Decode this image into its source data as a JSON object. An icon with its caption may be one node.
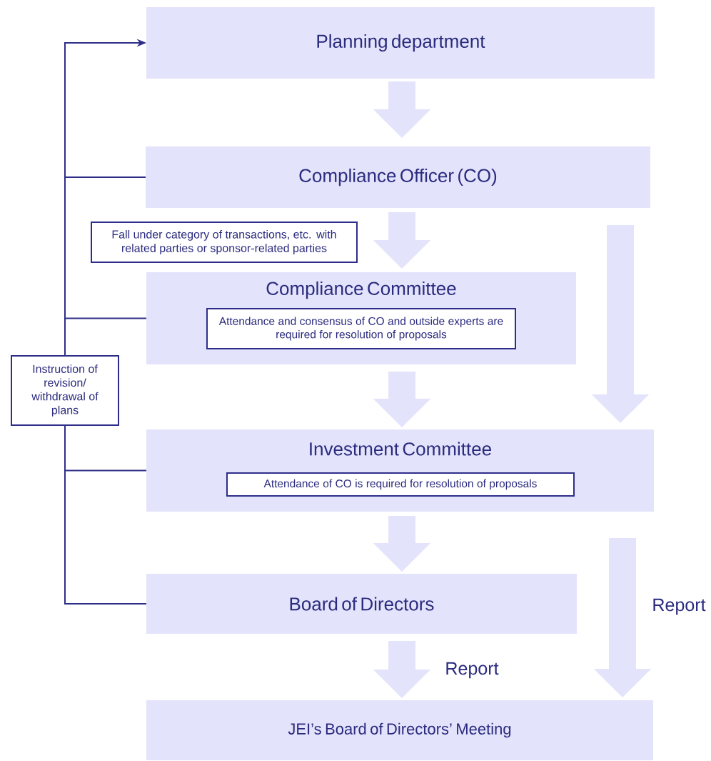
{
  "diagram": {
    "nodes": [
      {
        "text": [
          "Planning department"
        ]
      },
      {
        "text": [
          "Compliance Officer (CO)"
        ]
      },
      {
        "text": [
          "Fall under category of transactions, etc. with related parties or sponsor-related parties"
        ]
      },
      {
        "text": [
          "Compliance Committee"
        ]
      },
      {
        "text": [
          "Attendance and consensus of CO and outside experts are required for resolution of proposals"
        ],
        "in": 3
      },
      {
        "text": [
          "Investment Committee"
        ]
      },
      {
        "text": [
          "Attendance of CO is required for resolution of proposals"
        ],
        "in": 5
      },
      {
        "text": [
          "Board of Directors"
        ]
      },
      {
        "text": [
          "JEI’s Board of Directors’ Meeting"
        ]
      },
      {
        "text": [
          "Instruction of revision/ withdrawal of plans"
        ]
      }
    ],
    "edges": [
      {
        "from": 0,
        "to": 1,
        "arrow": "to"
      },
      {
        "from": 1,
        "to": 3,
        "arrow": "to"
      },
      {
        "from": 3,
        "to": 5,
        "arrow": "to"
      },
      {
        "from": 5,
        "to": 7,
        "arrow": "to"
      },
      {
        "from": 7,
        "to": 8,
        "arrow": "to",
        "label": "Report"
      },
      {
        "from": 1,
        "to": 5,
        "arrow": "to"
      },
      {
        "from": 5,
        "to": 8,
        "arrow": "to",
        "label": "Report"
      },
      {
        "from": 1,
        "to": 9,
        "arrow": "none",
        "color": "#2e2e8a"
      },
      {
        "from": 3,
        "to": 9,
        "arrow": "none",
        "color": "#2e2e8a"
      },
      {
        "from": 5,
        "to": 9,
        "arrow": "none",
        "color": "#2e2e8a"
      },
      {
        "from": 7,
        "to": 9,
        "arrow": "none",
        "color": "#2e2e8a"
      },
      {
        "from": 9,
        "to": 0,
        "arrow": "to",
        "color": "#2e2e8a"
      }
    ]
  }
}
